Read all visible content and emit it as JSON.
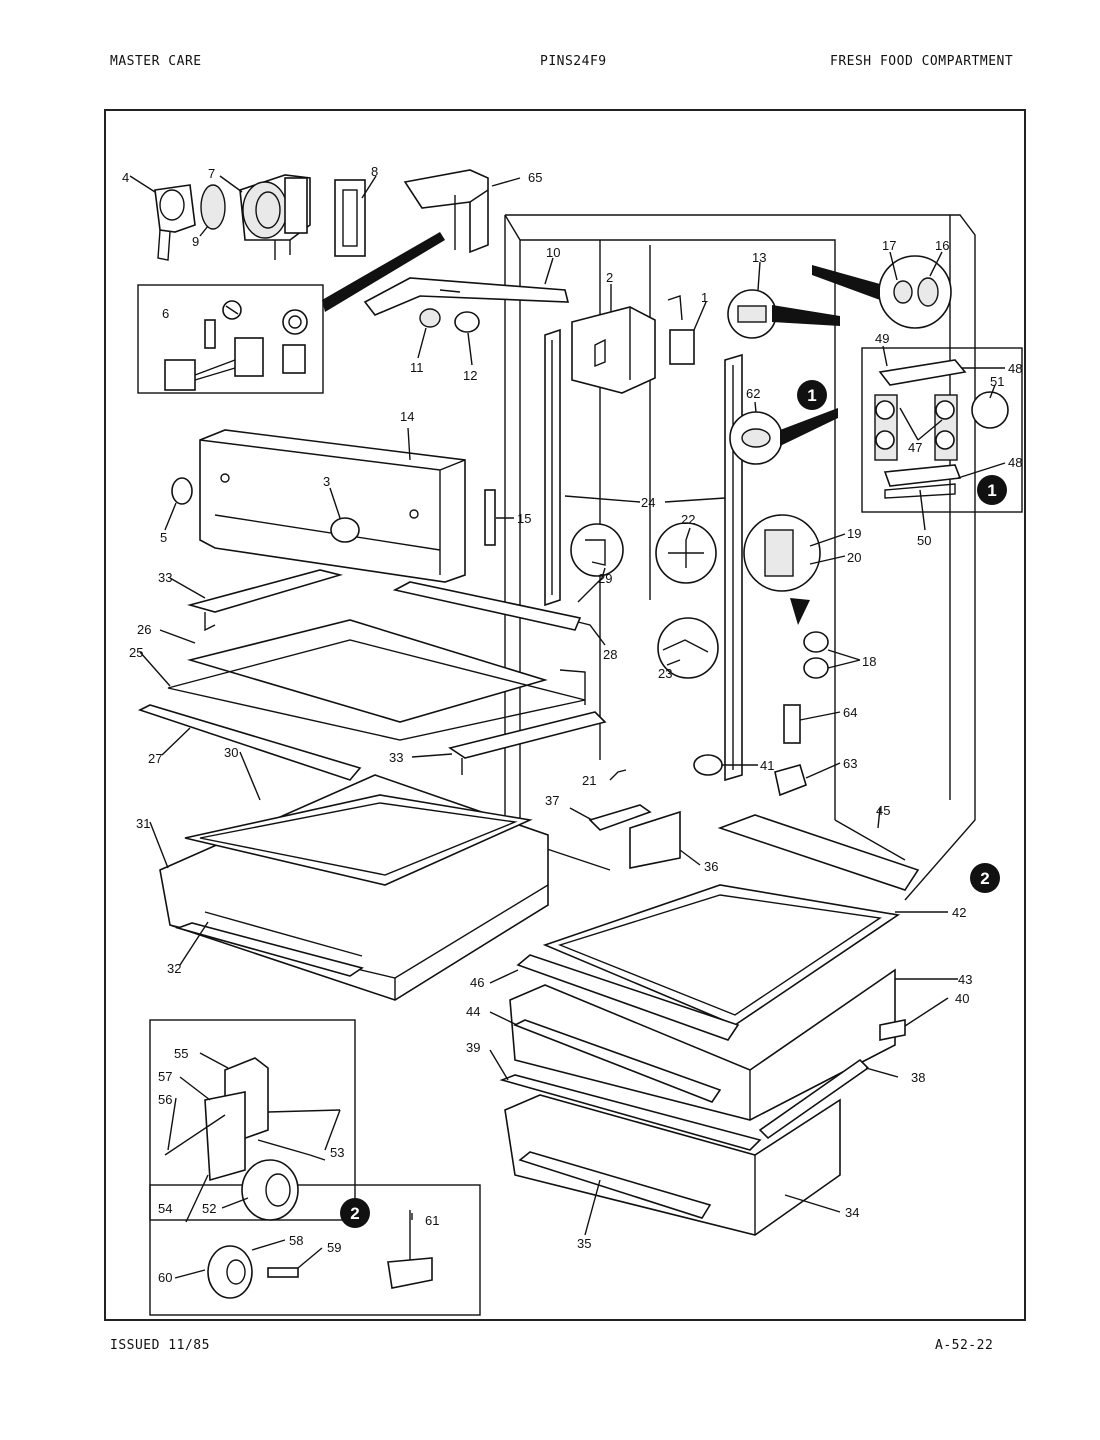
{
  "header": {
    "left": "MASTER CARE",
    "center": "PINS24F9",
    "right": "FRESH FOOD COMPARTMENT"
  },
  "footer": {
    "left": "ISSUED 11/85",
    "right": "A-52-22"
  },
  "callouts": [
    {
      "id": "4",
      "label": "4"
    },
    {
      "id": "7",
      "label": "7"
    },
    {
      "id": "8",
      "label": "8"
    },
    {
      "id": "65",
      "label": "65"
    },
    {
      "id": "9",
      "label": "9"
    },
    {
      "id": "6",
      "label": "6"
    },
    {
      "id": "10",
      "label": "10"
    },
    {
      "id": "2",
      "label": "2"
    },
    {
      "id": "1",
      "label": "1"
    },
    {
      "id": "13",
      "label": "13"
    },
    {
      "id": "17",
      "label": "17"
    },
    {
      "id": "16",
      "label": "16"
    },
    {
      "id": "11",
      "label": "11"
    },
    {
      "id": "12",
      "label": "12"
    },
    {
      "id": "49",
      "label": "49"
    },
    {
      "id": "48a",
      "label": "48"
    },
    {
      "id": "51",
      "label": "51"
    },
    {
      "id": "62",
      "label": "62"
    },
    {
      "id": "47",
      "label": "47"
    },
    {
      "id": "48b",
      "label": "48"
    },
    {
      "id": "50",
      "label": "50"
    },
    {
      "id": "14",
      "label": "14"
    },
    {
      "id": "3",
      "label": "3"
    },
    {
      "id": "5",
      "label": "5"
    },
    {
      "id": "15",
      "label": "15"
    },
    {
      "id": "24",
      "label": "24"
    },
    {
      "id": "22",
      "label": "22"
    },
    {
      "id": "19",
      "label": "19"
    },
    {
      "id": "20",
      "label": "20"
    },
    {
      "id": "33a",
      "label": "33"
    },
    {
      "id": "29",
      "label": "29"
    },
    {
      "id": "26",
      "label": "26"
    },
    {
      "id": "28",
      "label": "28"
    },
    {
      "id": "25",
      "label": "25"
    },
    {
      "id": "23",
      "label": "23"
    },
    {
      "id": "18",
      "label": "18"
    },
    {
      "id": "64",
      "label": "64"
    },
    {
      "id": "27",
      "label": "27"
    },
    {
      "id": "33b",
      "label": "33"
    },
    {
      "id": "63",
      "label": "63"
    },
    {
      "id": "30",
      "label": "30"
    },
    {
      "id": "21",
      "label": "21"
    },
    {
      "id": "41",
      "label": "41"
    },
    {
      "id": "37",
      "label": "37"
    },
    {
      "id": "45",
      "label": "45"
    },
    {
      "id": "31",
      "label": "31"
    },
    {
      "id": "36",
      "label": "36"
    },
    {
      "id": "42",
      "label": "42"
    },
    {
      "id": "32",
      "label": "32"
    },
    {
      "id": "43",
      "label": "43"
    },
    {
      "id": "46",
      "label": "46"
    },
    {
      "id": "44",
      "label": "44"
    },
    {
      "id": "40",
      "label": "40"
    },
    {
      "id": "39",
      "label": "39"
    },
    {
      "id": "38",
      "label": "38"
    },
    {
      "id": "55",
      "label": "55"
    },
    {
      "id": "57",
      "label": "57"
    },
    {
      "id": "56",
      "label": "56"
    },
    {
      "id": "53",
      "label": "53"
    },
    {
      "id": "54",
      "label": "54"
    },
    {
      "id": "52",
      "label": "52"
    },
    {
      "id": "34",
      "label": "34"
    },
    {
      "id": "35",
      "label": "35"
    },
    {
      "id": "61",
      "label": "61"
    },
    {
      "id": "58",
      "label": "58"
    },
    {
      "id": "59",
      "label": "59"
    },
    {
      "id": "60",
      "label": "60"
    }
  ],
  "markers": [
    {
      "id": "m1a",
      "label": "1"
    },
    {
      "id": "m1b",
      "label": "1"
    },
    {
      "id": "m2a",
      "label": "2"
    },
    {
      "id": "m2b",
      "label": "2"
    }
  ]
}
